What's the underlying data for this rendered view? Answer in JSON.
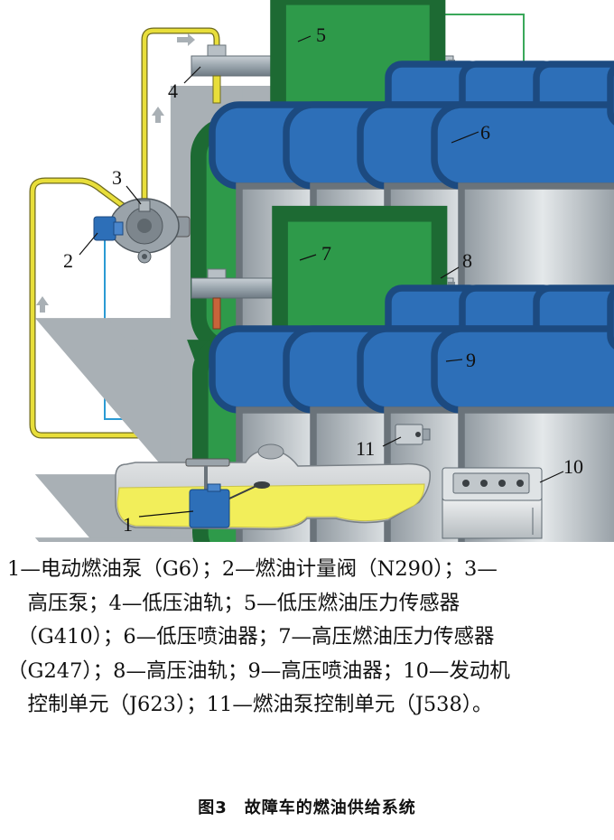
{
  "diagram": {
    "callouts": [
      "1",
      "2",
      "3",
      "4",
      "5",
      "6",
      "7",
      "8",
      "9",
      "10",
      "11"
    ],
    "colors": {
      "low_pressure_fuel": "#e8de3a",
      "high_pressure_fuel": "#c8643a",
      "signal_wire": "#2a9ad4",
      "sensor_wire": "#3aa85a",
      "injector": "#2d6fb8",
      "sensor": "#2e9a4a",
      "rail": "#8f9aa3",
      "tank_fuel": "#f2ee5a"
    }
  },
  "legend": {
    "lines": [
      "1—电动燃油泵（G6）；2—燃油计量阀（N290）；3—",
      "　高压泵；4—低压油轨；5—低压燃油压力传感器",
      "　（G410）；6—低压喷油器；7—高压燃油压力传感器",
      "（G247）；8—高压油轨；9—高压喷油器；10—发动机",
      "　控制单元（J623）；11—燃油泵控制单元（J538）。"
    ]
  },
  "caption": "图3　故障车的燃油供给系统"
}
